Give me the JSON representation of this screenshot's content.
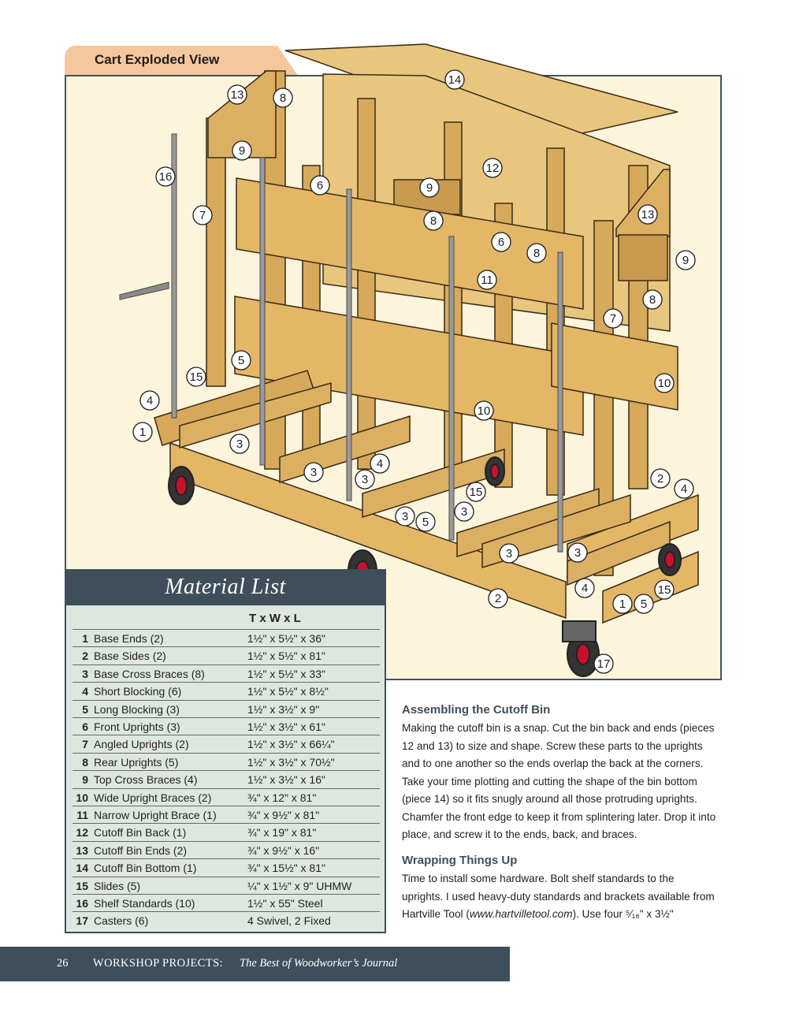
{
  "figure": {
    "title": "Cart Exploded View",
    "callouts": [
      "14",
      "13",
      "8",
      "9",
      "16",
      "6",
      "12",
      "9",
      "7",
      "8",
      "13",
      "6",
      "8",
      "9",
      "11",
      "8",
      "7",
      "5",
      "15",
      "10",
      "4",
      "10",
      "1",
      "3",
      "3",
      "3",
      "4",
      "15",
      "2",
      "4",
      "3",
      "5",
      "3",
      "3",
      "3",
      "4",
      "1",
      "5",
      "15",
      "2",
      "17"
    ]
  },
  "material_list": {
    "title": "Material List",
    "column_header": "T x W x L",
    "items": [
      {
        "num": "1",
        "name": "Base Ends (2)",
        "dims": "1½\" x 5½\" x 36\""
      },
      {
        "num": "2",
        "name": "Base Sides (2)",
        "dims": "1½\" x 5½\" x 81\""
      },
      {
        "num": "3",
        "name": "Base Cross Braces (8)",
        "dims": "1½\" x 5½\" x 33\""
      },
      {
        "num": "4",
        "name": "Short Blocking (6)",
        "dims": "1½\" x 5½\" x 8½\""
      },
      {
        "num": "5",
        "name": "Long Blocking (3)",
        "dims": "1½\" x 3½\" x 9\""
      },
      {
        "num": "6",
        "name": "Front Uprights (3)",
        "dims": "1½\" x 3½\" x 61\""
      },
      {
        "num": "7",
        "name": "Angled Uprights (2)",
        "dims": "1½\" x 3½\" x 66¼\""
      },
      {
        "num": "8",
        "name": "Rear Uprights (5)",
        "dims": "1½\" x 3½\" x 70½\""
      },
      {
        "num": "9",
        "name": "Top Cross Braces (4)",
        "dims": "1½\" x 3½\" x 16\""
      },
      {
        "num": "10",
        "name": "Wide Upright Braces (2)",
        "dims": "¾\" x 12\" x 81\""
      },
      {
        "num": "11",
        "name": "Narrow Upright Brace (1)",
        "dims": "¾\" x 9½\" x 81\""
      },
      {
        "num": "12",
        "name": "Cutoff Bin Back (1)",
        "dims": "¾\" x 19\" x 81\""
      },
      {
        "num": "13",
        "name": "Cutoff Bin Ends (2)",
        "dims": "¾\" x 9½\" x 16\""
      },
      {
        "num": "14",
        "name": "Cutoff Bin Bottom (1)",
        "dims": "¾\" x 15½\" x 81\""
      },
      {
        "num": "15",
        "name": "Slides (5)",
        "dims": "¼\" x 1½\" x 9\" UHMW"
      },
      {
        "num": "16",
        "name": "Shelf Standards (10)",
        "dims": "1½\" x 55\" Steel"
      },
      {
        "num": "17",
        "name": "Casters (6)",
        "dims": "4 Swivel, 2 Fixed"
      }
    ]
  },
  "sections": [
    {
      "heading": "Assembling the Cutoff Bin",
      "body": "Making the cutoff bin is a snap. Cut the bin back and ends (pieces 12 and 13) to size and shape. Screw these parts to the uprights and to one another so the ends overlap the back at the corners. Take your time plotting and cutting the shape of the bin bottom (piece 14) so it fits snugly around all those protruding uprights. Chamfer the front edge to keep it from splintering later. Drop it into place, and screw it to the ends, back, and braces."
    },
    {
      "heading": "Wrapping Things Up",
      "body_before": "Time to install some hardware. Bolt shelf standards to the uprights. I used heavy-duty standards and brackets available from Hartville Tool (",
      "body_link": "www.hartvilletool.com",
      "body_after": "). Use four ⁵⁄₁₆\" x 3½\""
    }
  ],
  "footer": {
    "page_number": "26",
    "series": "WORKSHOP PROJECTS:",
    "title": "The Best of Woodworker’s Journal"
  },
  "colors": {
    "header_slate": "#3e4f5b",
    "tab_peach": "#f5c79c",
    "figure_bg": "#fdf4dc",
    "table_bg": "#dde7df",
    "wood": "#e3b766"
  }
}
